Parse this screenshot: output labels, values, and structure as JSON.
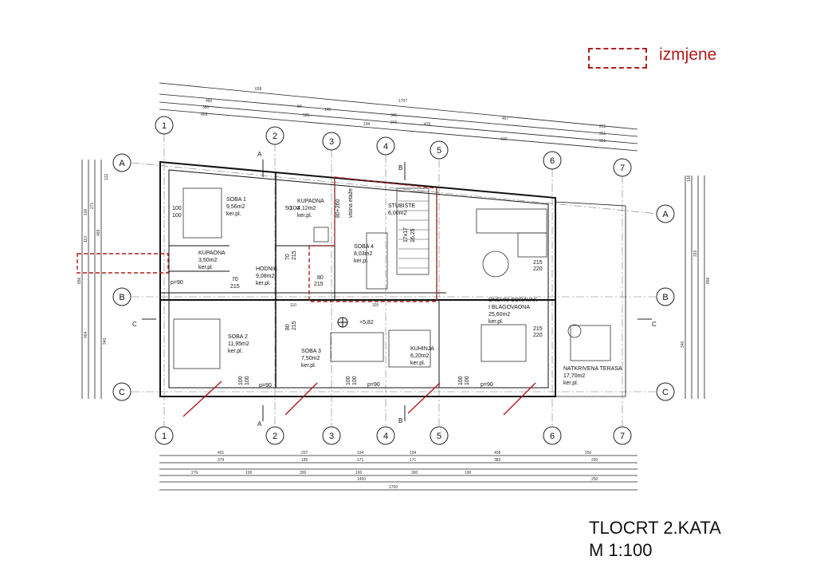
{
  "legend": {
    "label": "izmjene",
    "color": "#b01c1c"
  },
  "title": {
    "line1": "TLOCRT 2.KATA",
    "line2": "M 1:100"
  },
  "elevation": "+5,82",
  "axes": {
    "numbers": [
      "1",
      "2",
      "3",
      "4",
      "5",
      "6",
      "7"
    ],
    "letters": [
      "A",
      "B",
      "C"
    ]
  },
  "sections": {
    "a": "A",
    "b": "B",
    "c": "C"
  },
  "rooms": [
    {
      "lines": [
        "SOBA 1",
        "9,56m2",
        "ker.pl."
      ]
    },
    {
      "lines": [
        "KUPAONA",
        "4,12m2",
        "ker.pl."
      ]
    },
    {
      "lines": [
        "STUBIŠTE",
        "6,00m2"
      ]
    },
    {
      "lines": [
        "SOBA 4",
        "8,03m2",
        "ker.pl."
      ]
    },
    {
      "lines": [
        "KUPAONA",
        "3,50m2",
        "ker.pl."
      ]
    },
    {
      "lines": [
        "HODNIK",
        "9,08m2",
        "ker.pl."
      ]
    },
    {
      "lines": [
        "DNEVNI BORAVAK",
        "I BLAGOVAONA",
        "25,60m2",
        "ker.pl."
      ]
    },
    {
      "lines": [
        "SOBA 2",
        "11,95m2",
        "ker.pl."
      ]
    },
    {
      "lines": [
        "SOBA 3",
        "7,50m2",
        "ker.pl."
      ]
    },
    {
      "lines": [
        "KUHINJA",
        "6,20m2",
        "ker.pl."
      ]
    },
    {
      "lines": [
        "NATKRIVENA TERASA",
        "17,70m2",
        "ker.pl."
      ]
    }
  ],
  "openings": [
    "100",
    "100",
    "50",
    "100",
    "80+260",
    "visina etaže",
    "17x17",
    "16,25",
    "80",
    "215",
    "70",
    "215",
    "70",
    "215",
    "80",
    "215",
    "215",
    "220",
    "215",
    "220",
    "p=90",
    "p=90",
    "p=90",
    "p=90",
    "100",
    "100",
    "100",
    "100",
    "100",
    "100"
  ],
  "dimensions": {
    "top": [
      "658",
      "1707",
      "466",
      "457",
      "380",
      "50",
      "140",
      "341",
      "415",
      "251",
      "403",
      "185",
      "341",
      "410",
      "251",
      "194",
      "251"
    ],
    "bottom": [
      "401",
      "207",
      "194",
      "194",
      "408",
      "250",
      "379",
      "185",
      "171",
      "171",
      "383",
      "250",
      "276",
      "100",
      "300",
      "100",
      "300",
      "100",
      "1450",
      "250",
      "1700"
    ],
    "left": [
      "132",
      "271",
      "100",
      "110",
      "469",
      "856",
      "464",
      "340"
    ],
    "right": [
      "333",
      "856",
      "340",
      "136"
    ],
    "inner": [
      "110",
      "326"
    ]
  }
}
